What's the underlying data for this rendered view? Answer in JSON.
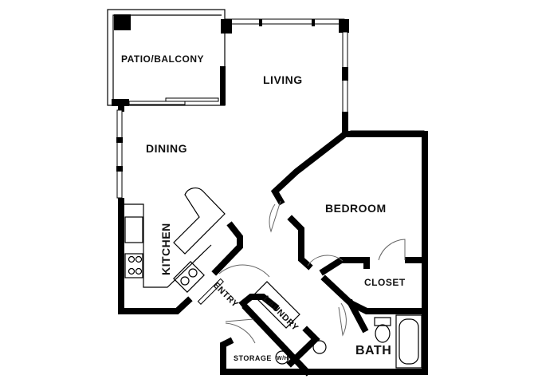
{
  "rooms": {
    "patio": "PATIO/BALCONY",
    "living": "LIVING",
    "dining": "DINING",
    "kitchen": "KITCHEN",
    "bedroom": "BEDROOM",
    "closet": "CLOSET",
    "entry": "ENTRY",
    "laundry": "LAUNDRY",
    "bath": "BATH",
    "storage": "STORAGE",
    "water_heater": "W/H"
  }
}
